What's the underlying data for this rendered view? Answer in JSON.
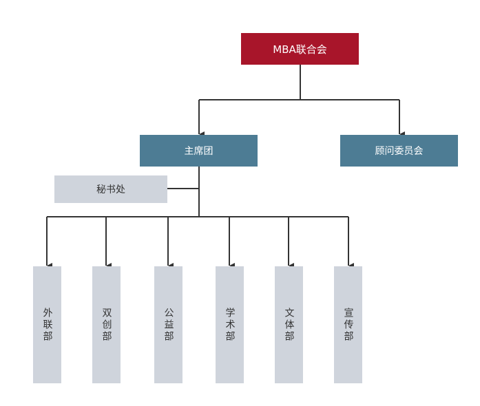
{
  "chart": {
    "root": {
      "label": "MBA联合会",
      "color": "#a8152a"
    },
    "level1": [
      {
        "label": "主席团",
        "color": "#4d7c94"
      },
      {
        "label": "顾问委员会",
        "color": "#4d7c94"
      }
    ],
    "secretariat": {
      "label": "秘书处",
      "color": "#cfd4dc"
    },
    "departments": [
      {
        "label": "外联部"
      },
      {
        "label": "双创部"
      },
      {
        "label": "公益部"
      },
      {
        "label": "学术部"
      },
      {
        "label": "文体部"
      },
      {
        "label": "宣传部"
      }
    ],
    "line_color": "#333333",
    "dept_color": "#cfd4dc"
  }
}
